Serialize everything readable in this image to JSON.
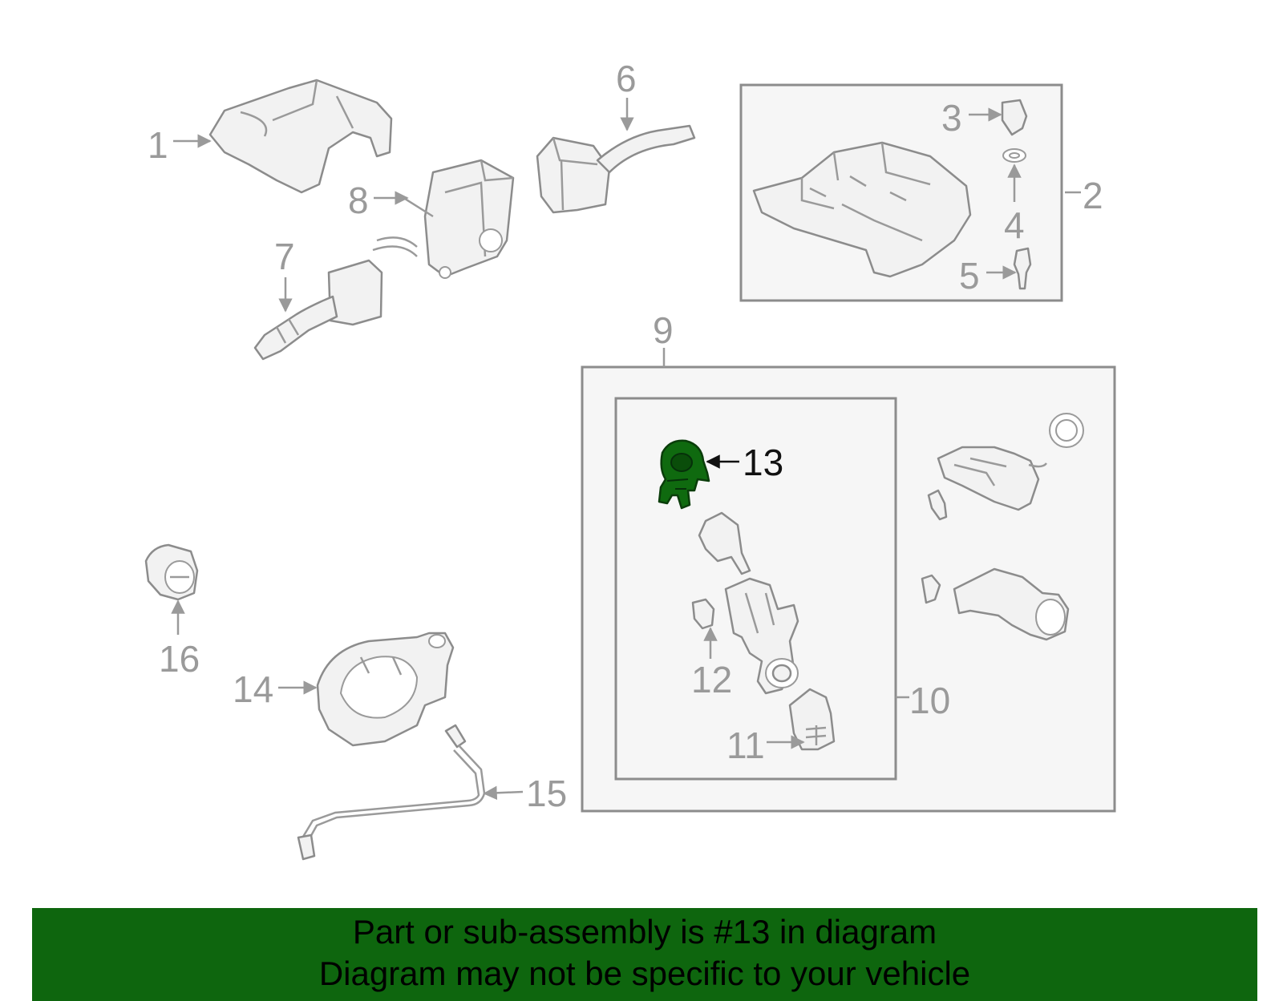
{
  "diagram": {
    "callouts": {
      "c1": "1",
      "c2": "2",
      "c3": "3",
      "c4": "4",
      "c5": "5",
      "c6": "6",
      "c7": "7",
      "c8": "8",
      "c9": "9",
      "c10": "10",
      "c11": "11",
      "c12": "12",
      "c13": "13",
      "c14": "14",
      "c15": "15",
      "c16": "16"
    },
    "highlighted_callout": "13"
  },
  "banner": {
    "line1": "Part or sub-assembly is #13 in diagram",
    "line2": "Diagram may not be specific to your vehicle"
  },
  "colors": {
    "highlight": "#0f6a0f",
    "banner": "#0e660e",
    "part_outline": "#8c8c8c",
    "callout_text": "#9a9a9a"
  }
}
